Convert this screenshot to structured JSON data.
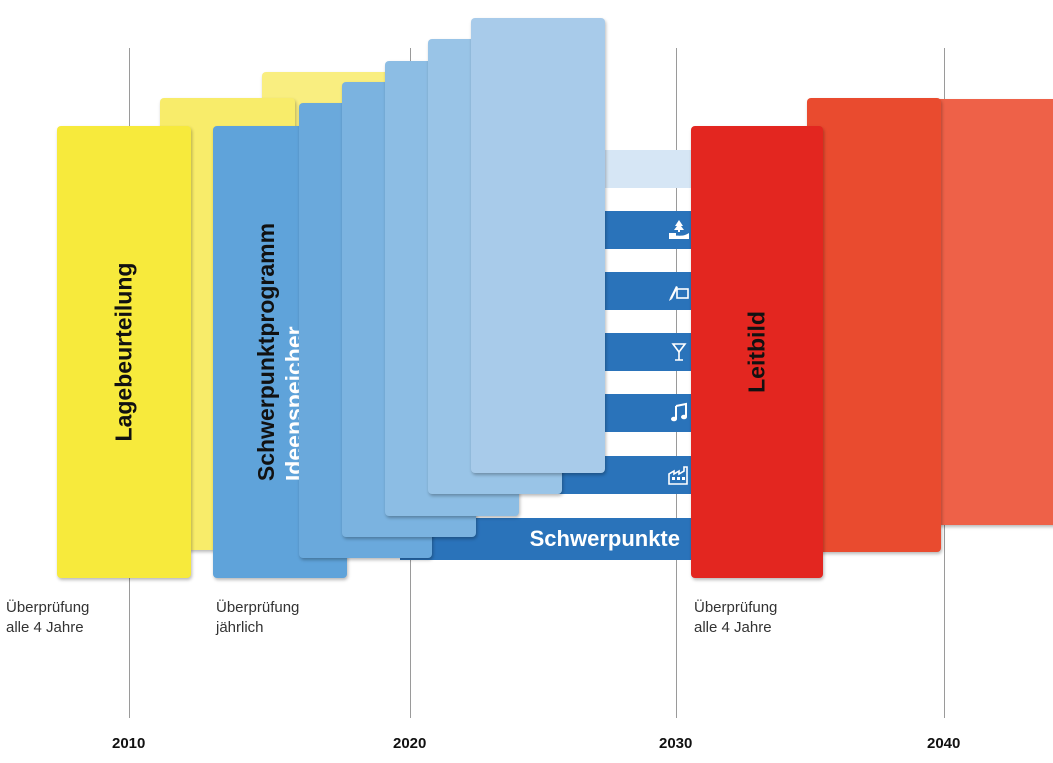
{
  "timeline": {
    "years": [
      "2010",
      "2020",
      "2030",
      "2040"
    ]
  },
  "cards": {
    "lagebeurteilung": "Lagebeurteilung",
    "schwerpunktprogramm": "Schwerpunktprogramm",
    "ideenspeicher": "Ideenspeicher",
    "leitbild": "Leitbild"
  },
  "arrows": {
    "schwerpunkte_label": "Schwerpunkte",
    "icons": [
      "nature-landscape-icon",
      "writing-hand-icon",
      "cocktail-glass-icon",
      "music-note-icon",
      "factory-icon"
    ]
  },
  "notes": {
    "lagebeurteilung_review": [
      "Überprüfung",
      "alle 4 Jahre"
    ],
    "schwerpunkt_review": [
      "Überprüfung",
      "jährlich"
    ],
    "leitbild_review": [
      "Überprüfung",
      "alle 4 Jahre"
    ]
  },
  "colors": {
    "yellow": "#f7ea3c",
    "yellow_light": "#f9ee80",
    "blue_dark": "#2a73ba",
    "blue_mid": "#5fa3da",
    "blue_light": "#a8cbea",
    "red": "#e32620",
    "red_orange": "#e94b2f",
    "coral": "#ee6148"
  }
}
